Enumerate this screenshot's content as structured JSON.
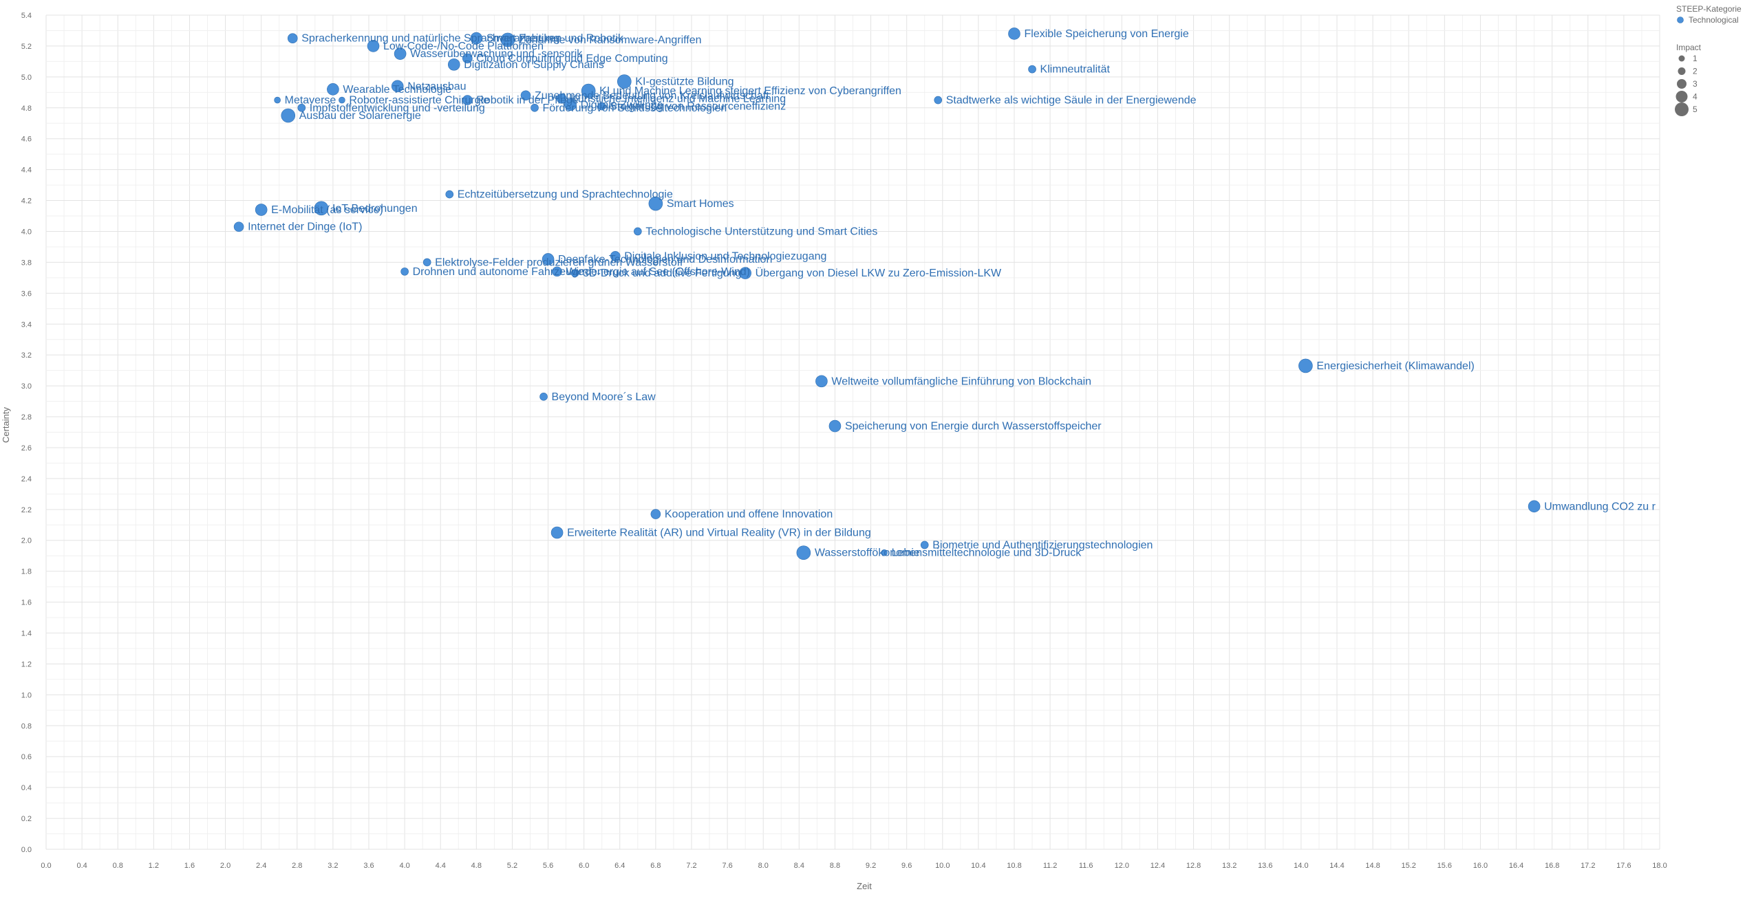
{
  "chart_data": {
    "type": "scatter",
    "xlabel": "Zeit",
    "ylabel": "Certainty",
    "xlim": [
      0,
      18
    ],
    "ylim": [
      0,
      5.4
    ],
    "x_ticks": [
      "0.0",
      "0.4",
      "0.8",
      "1.2",
      "1.6",
      "2.0",
      "2.4",
      "2.8",
      "3.2",
      "3.6",
      "4.0",
      "4.4",
      "4.8",
      "5.2",
      "5.6",
      "6.0",
      "6.4",
      "6.8",
      "7.2",
      "7.6",
      "8.0",
      "8.4",
      "8.8",
      "9.2",
      "9.6",
      "10.0",
      "10.4",
      "10.8",
      "11.2",
      "11.6",
      "12.0",
      "12.4",
      "12.8",
      "13.2",
      "13.6",
      "14.0",
      "14.4",
      "14.8",
      "15.2",
      "15.6",
      "16.0",
      "16.4",
      "16.8",
      "17.2",
      "17.6",
      "18.0"
    ],
    "y_ticks": [
      "0.0",
      "0.2",
      "0.4",
      "0.6",
      "0.8",
      "1.0",
      "1.2",
      "1.4",
      "1.6",
      "1.8",
      "2.0",
      "2.2",
      "2.4",
      "2.6",
      "2.8",
      "3.0",
      "3.2",
      "3.4",
      "3.6",
      "3.8",
      "4.0",
      "4.2",
      "4.4",
      "4.6",
      "4.8",
      "5.0",
      "5.2",
      "5.4"
    ],
    "grid": true,
    "color": "#4a90d9",
    "legend": {
      "placement": "top-right",
      "color_title": "STEEP-Kategorie",
      "color_items": [
        "Technological"
      ],
      "size_title": "Impact",
      "size_items": [
        "1",
        "2",
        "3",
        "4",
        "5"
      ]
    },
    "points": [
      {
        "label": "Spracherkennung und natürliche Sprachverarbeitung",
        "x": 2.75,
        "y": 5.25,
        "impact": 3
      },
      {
        "label": "Smart Fabriken und Robotik",
        "x": 4.8,
        "y": 5.25,
        "impact": 4
      },
      {
        "label": "Zunahme von Ransomware-Angriffen",
        "x": 5.15,
        "y": 5.24,
        "impact": 5
      },
      {
        "label": "Low-Code-/No-Code Plattformen",
        "x": 3.65,
        "y": 5.2,
        "impact": 4
      },
      {
        "label": "Wasserüberwachung und -sensorik",
        "x": 3.95,
        "y": 5.15,
        "impact": 4
      },
      {
        "label": "Cloud Computing und Edge Computing",
        "x": 4.7,
        "y": 5.12,
        "impact": 3
      },
      {
        "label": "Digitization of Supply Chains",
        "x": 4.55,
        "y": 5.08,
        "impact": 4
      },
      {
        "label": "Flexible Speicherung von Energie",
        "x": 10.8,
        "y": 5.28,
        "impact": 4
      },
      {
        "label": "Klimneutralität",
        "x": 11.0,
        "y": 5.05,
        "impact": 2
      },
      {
        "label": "KI-gestützte Bildung",
        "x": 6.45,
        "y": 4.97,
        "impact": 5
      },
      {
        "label": "Netzausbau",
        "x": 3.92,
        "y": 4.94,
        "impact": 4
      },
      {
        "label": "Wearable Technologie",
        "x": 3.2,
        "y": 4.92,
        "impact": 4
      },
      {
        "label": "KI und Machine Learning steigert Effizienz von Cyberangriffen",
        "x": 6.05,
        "y": 4.91,
        "impact": 5
      },
      {
        "label": "Zunehmende Bedeutung von Kreislaufwirtschaft",
        "x": 5.35,
        "y": 4.88,
        "impact": 3
      },
      {
        "label": "Künstliche Intelligenz und Machine Learning",
        "x": 5.75,
        "y": 4.86,
        "impact": 3
      },
      {
        "label": "Metaverse",
        "x": 2.58,
        "y": 4.85,
        "impact": 1
      },
      {
        "label": "Roboter-assistierte Chirurgie",
        "x": 3.3,
        "y": 4.85,
        "impact": 1
      },
      {
        "label": "Robotik in der Pflege",
        "x": 4.7,
        "y": 4.85,
        "impact": 3
      },
      {
        "label": "Stadtwerke als wichtige Säule in der Energiewende",
        "x": 9.95,
        "y": 4.85,
        "impact": 2
      },
      {
        "label": "Digitale Zwillinge",
        "x": 5.85,
        "y": 4.82,
        "impact": 4
      },
      {
        "label": "Steigerung von Ressourceneffizienz",
        "x": 6.2,
        "y": 4.81,
        "impact": 2
      },
      {
        "label": "Förderung von Schlüsseltechnologien",
        "x": 5.45,
        "y": 4.8,
        "impact": 2
      },
      {
        "label": "Impfstoffentwicklung und -verteilung",
        "x": 2.85,
        "y": 4.8,
        "impact": 2
      },
      {
        "label": "Ausbau der Solarenergie",
        "x": 2.7,
        "y": 4.75,
        "impact": 5
      },
      {
        "label": "Echtzeitübersetzung und Sprachtechnologie",
        "x": 4.5,
        "y": 4.24,
        "impact": 2
      },
      {
        "label": "Smart Homes",
        "x": 6.8,
        "y": 4.18,
        "impact": 5
      },
      {
        "label": "E-Mobilität (as service)",
        "x": 2.4,
        "y": 4.14,
        "impact": 4
      },
      {
        "label": "IoT-Bedrohungen",
        "x": 3.07,
        "y": 4.15,
        "impact": 5
      },
      {
        "label": "Internet der Dinge (IoT)",
        "x": 2.15,
        "y": 4.03,
        "impact": 3
      },
      {
        "label": "Technologische Unterstützung und Smart Cities",
        "x": 6.6,
        "y": 4.0,
        "impact": 2
      },
      {
        "label": "Digitale Inklusion und Technologiezugang",
        "x": 6.35,
        "y": 3.84,
        "impact": 3
      },
      {
        "label": "Deepfake-Technologien und Desinformation",
        "x": 5.6,
        "y": 3.82,
        "impact": 4
      },
      {
        "label": "Elektrolyse-Felder produzieren grünen Wasserstoff",
        "x": 4.25,
        "y": 3.8,
        "impact": 2
      },
      {
        "label": "Drohnen und autonome Fahrzeuge",
        "x": 4.0,
        "y": 3.74,
        "impact": 2
      },
      {
        "label": "Windenergie auf See (Offshore-Wind)",
        "x": 5.7,
        "y": 3.74,
        "impact": 3
      },
      {
        "label": "3D-Druck und additive Fertigung",
        "x": 5.9,
        "y": 3.73,
        "impact": 2
      },
      {
        "label": "Übergang von Diesel LKW zu Zero-Emission-LKW",
        "x": 7.8,
        "y": 3.73,
        "impact": 4
      },
      {
        "label": "Energiesicherheit (Klimawandel)",
        "x": 14.05,
        "y": 3.13,
        "impact": 5
      },
      {
        "label": "Weltweite vollumfängliche Einführung von Blockchain",
        "x": 8.65,
        "y": 3.03,
        "impact": 4
      },
      {
        "label": "Beyond Moore´s Law",
        "x": 5.55,
        "y": 2.93,
        "impact": 2
      },
      {
        "label": "Speicherung von Energie durch Wasserstoffspeicher",
        "x": 8.8,
        "y": 2.74,
        "impact": 4
      },
      {
        "label": "Umwandlung CO2 zu r",
        "x": 16.6,
        "y": 2.22,
        "impact": 4
      },
      {
        "label": "Kooperation und offene Innovation",
        "x": 6.8,
        "y": 2.17,
        "impact": 3
      },
      {
        "label": "Erweiterte Realität (AR) und Virtual Reality (VR) in der Bildung",
        "x": 5.7,
        "y": 2.05,
        "impact": 4
      },
      {
        "label": "Biometrie und Authentifizierungstechnologien",
        "x": 9.8,
        "y": 1.97,
        "impact": 2
      },
      {
        "label": "Wasserstoffökonomie",
        "x": 8.45,
        "y": 1.92,
        "impact": 5
      },
      {
        "label": "Lebensmitteltechnologie und 3D-Druck",
        "x": 9.35,
        "y": 1.92,
        "impact": 1
      }
    ]
  }
}
